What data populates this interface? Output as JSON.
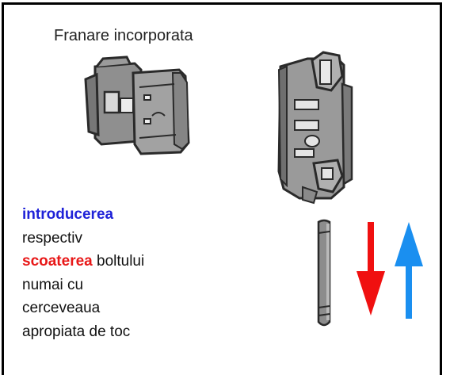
{
  "title": "Franare incorporata",
  "description": {
    "line1_highlight": "introducerea",
    "line2": "respectiv",
    "line3_highlight": "scoaterea",
    "line3_rest": " boltului",
    "line4": "numai cu",
    "line5": "cerceveaua",
    "line6": "apropiata de toc"
  },
  "colors": {
    "highlight_blue": "#1f22d8",
    "highlight_red": "#e81818",
    "arrow_down": "#f01010",
    "arrow_up": "#1a8ff0",
    "hinge_gray": "#9a9a9a"
  },
  "icons": {
    "hinge_flat": "hinge-leaf-horizontal",
    "hinge_vertical": "hinge-leaf-vertical",
    "pin": "hinge-pin",
    "arrow_down": "arrow-down",
    "arrow_up": "arrow-up"
  }
}
